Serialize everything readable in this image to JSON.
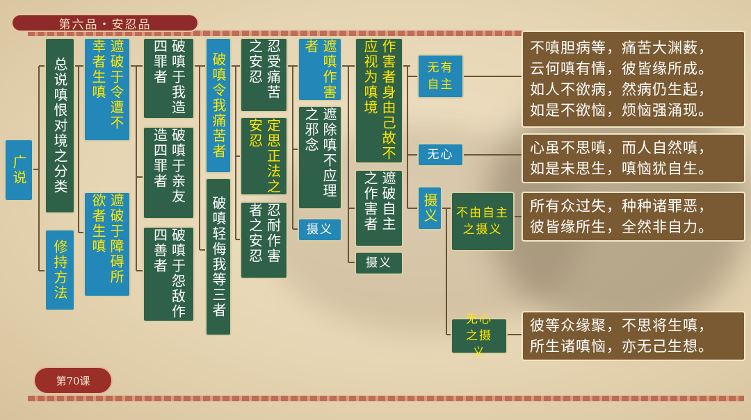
{
  "header": {
    "title": "第六品・安忍品"
  },
  "footer": {
    "lesson": "第70课"
  },
  "colors": {
    "green": "#2f6048",
    "teal": "#2387b8",
    "brown": "#7a5a32",
    "title_red": "#8f2a2a"
  },
  "tree": {
    "root": "广说",
    "general": "总说嗔恨对境之分类",
    "practice": "修持方法",
    "block_unwanted": "遮破于令遭不幸者生嗔",
    "block_obstructors": "遮破于障碍所欲者生嗔",
    "refute_me": "破嗔于我造四罪者",
    "refute_friends": "破嗔于亲友造四罪者",
    "refute_enemies": "破嗔于怨敌作四善者",
    "refute_pain": "破嗔令我痛苦者",
    "refute_three": "破嗔轻侮我等三者",
    "endure_suffering": "忍受痛苦之安忍",
    "certain_dharma": "定思正法之安忍",
    "endure_harmers": "忍耐作害者之安忍",
    "stop_anger_harmer": "遮嗔作害者",
    "remove_wrong_view": "遮除嗔不应理之邪念",
    "summary_1": "摄义",
    "not_independent": "作害者身由己故不应视为嗔境",
    "refute_self": "遮破自主之作害者",
    "summary_2": "摄义",
    "no_self_control": "无有自主",
    "no_mind": "无心",
    "summary_3": "摄义",
    "summary_not_self": "不由自主之摄义",
    "summary_no_mind": "无心之摄义"
  },
  "quotes": {
    "q1": "不嗔胆病等，痛苦大渊薮，\n云何嗔有情，彼皆缘所成。\n如人不欲病，然病仍生起，\n如是不欲恼，烦恼强涌现。",
    "q2": "心虽不思嗔，而人自然嗔，\n如是未思生，嗔恼犹自生。",
    "q3": "所有众过失，种种诸罪恶，\n彼皆缘所生，全然非自力。",
    "q4": "彼等众缘聚，不思将生嗔，\n所生诸嗔恼，亦无己生想。"
  }
}
